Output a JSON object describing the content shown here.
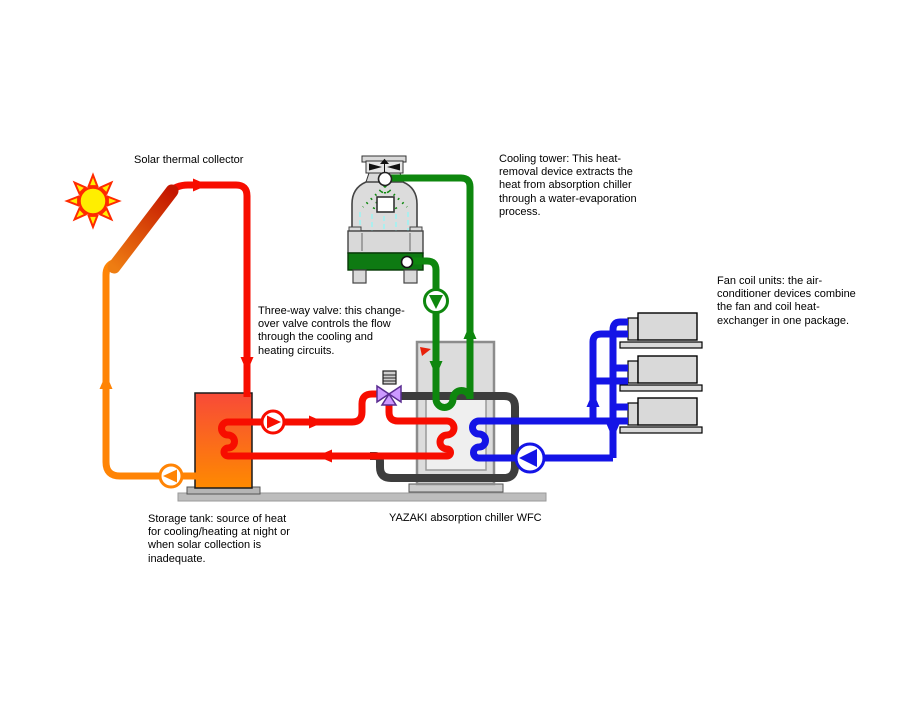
{
  "diagram": {
    "title_labels": {
      "solar_collector": "Solar thermal collector",
      "cooling_tower": "Cooling tower: This heat-\nremoval device extracts the\nheat from absorption chiller\nthrough a water-evaporation\nprocess.",
      "fan_coil_units": "Fan coil units: the air-\nconditioner devices combine\nthe fan and coil heat-\nexchanger in one package.",
      "three_way_valve": "Three-way valve: this change-\nover valve controls the flow\nthrough the cooling and\nheating circuits.",
      "storage_tank": "Storage tank: source of heat\nfor cooling/heating at night or\nwhen solar collection is\ninadequate.",
      "chiller": "YAZAKI absorption chiller WFC"
    },
    "colors": {
      "hot_pipe": "#f70d00",
      "collector_return_pipe": "#ff8405",
      "cooling_tower_pipe": "#0e870e",
      "chilled_water_pipe": "#1414e6",
      "idle_pipe": "#3d3d3d",
      "equipment_gray": "#d9d9d9",
      "valve_purple": "#cc99ff",
      "sun_yellow": "#ffee00",
      "sun_outline": "#ff2a00",
      "spray_cyan": "#9ff2f2",
      "basin_green": "#0e7a12"
    }
  }
}
